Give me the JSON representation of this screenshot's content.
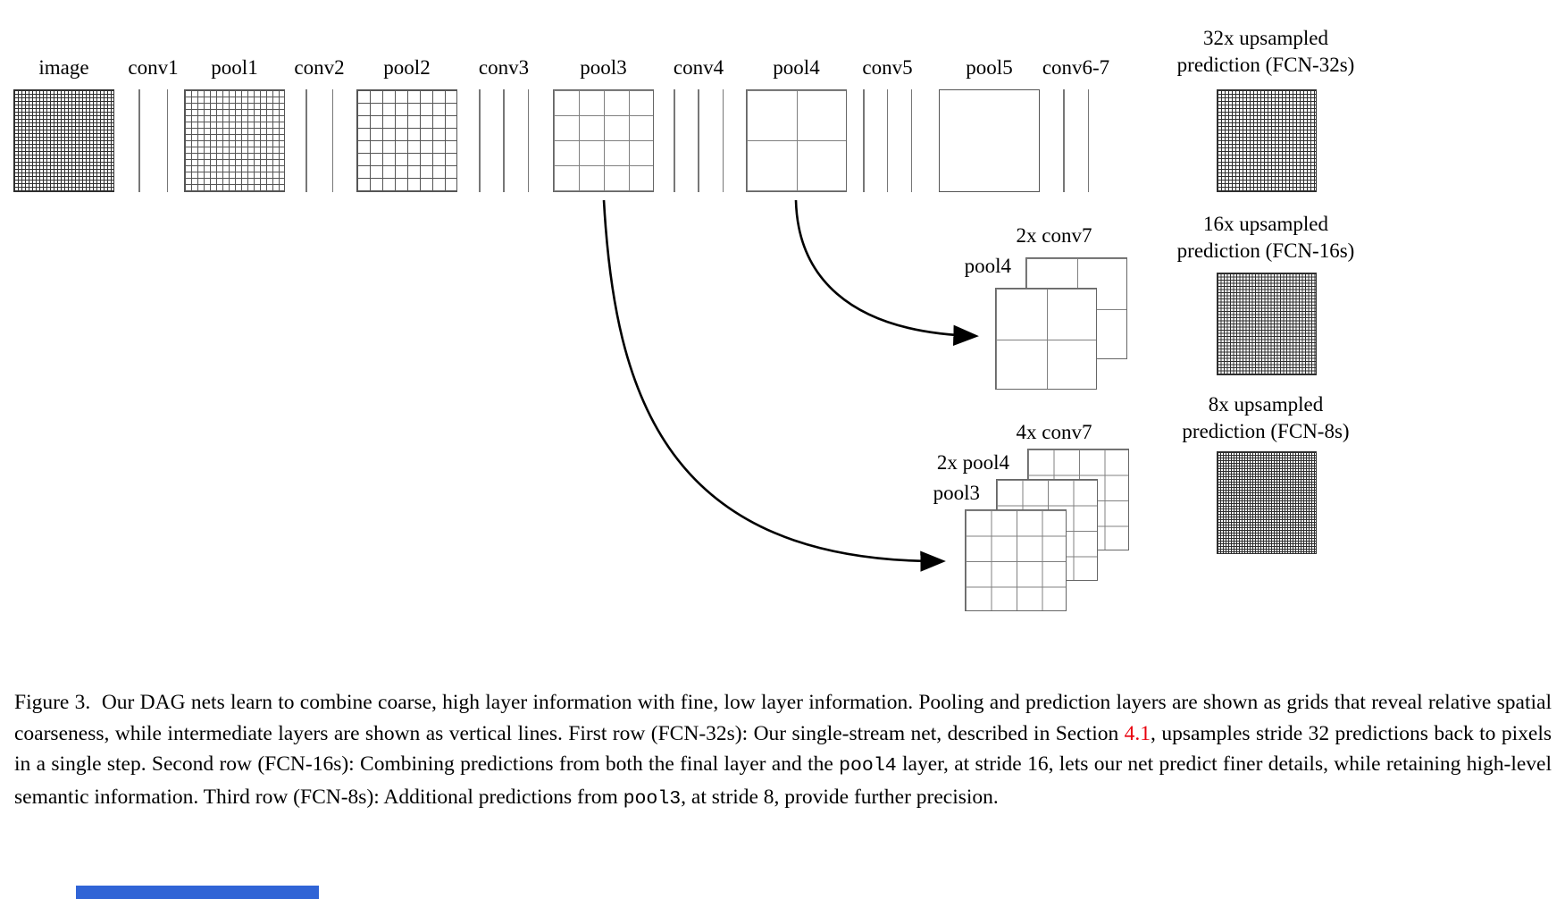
{
  "figure": {
    "top_row": {
      "layers": [
        {
          "label": "image",
          "kind": "grid",
          "cells": 28
        },
        {
          "label": "conv1",
          "kind": "lines",
          "count": 2
        },
        {
          "label": "pool1",
          "kind": "grid",
          "cells": 16
        },
        {
          "label": "conv2",
          "kind": "lines",
          "count": 2
        },
        {
          "label": "pool2",
          "kind": "grid",
          "cells": 8
        },
        {
          "label": "conv3",
          "kind": "lines",
          "count": 3
        },
        {
          "label": "pool3",
          "kind": "grid",
          "cells": 4
        },
        {
          "label": "conv4",
          "kind": "lines",
          "count": 3
        },
        {
          "label": "pool4",
          "kind": "grid",
          "cells": 2
        },
        {
          "label": "conv5",
          "kind": "lines",
          "count": 3
        },
        {
          "label": "pool5",
          "kind": "grid",
          "cells": 1
        },
        {
          "label": "conv6-7",
          "kind": "lines",
          "count": 2
        }
      ]
    },
    "predictions": [
      {
        "line1": "32x upsampled",
        "line2": "prediction (FCN-32s)",
        "cells": 28
      },
      {
        "line1": "16x upsampled",
        "line2": "prediction (FCN-16s)",
        "cells": 32
      },
      {
        "line1": "8x upsampled",
        "line2": "prediction (FCN-8s)",
        "cells": 38
      }
    ],
    "fcn16_row": {
      "back_label": "2x conv7",
      "front_label": "pool4"
    },
    "fcn8_row": {
      "back_label": "4x conv7",
      "mid_label": "2x pool4",
      "front_label": "pool3"
    }
  },
  "caption": {
    "segments": [
      {
        "t": "Figure 3.  Our DAG nets learn to combine coarse, high layer information with fine, low layer information. Pooling and prediction layers are shown as grids that reveal relative spatial coarseness, while intermediate layers are shown as vertical lines. First row (FCN-32s): Our single-stream net, described in Section ",
        "s": "normal"
      },
      {
        "t": "4.1",
        "s": "red"
      },
      {
        "t": ", upsamples stride 32 predictions back to pixels in a single step. Second row (FCN-16s): Combining predictions from both the final layer and the ",
        "s": "normal"
      },
      {
        "t": "pool4",
        "s": "mono"
      },
      {
        "t": " layer, at stride 16, lets our net predict finer details, while retaining high-level semantic information. Third row (FCN-8s): Additional predictions from ",
        "s": "normal"
      },
      {
        "t": "pool3",
        "s": "mono"
      },
      {
        "t": ", at stride 8, provide further precision.",
        "s": "normal"
      }
    ]
  },
  "colors": {
    "grid_fine_line": "#2e2e2e",
    "grid_coarse_line": "#808080",
    "conv_line": "#777777",
    "arrow": "#000000",
    "section_link_red": "#e8000d",
    "bottom_bar_blue": "#3064d6",
    "background": "#ffffff",
    "text": "#000000"
  }
}
